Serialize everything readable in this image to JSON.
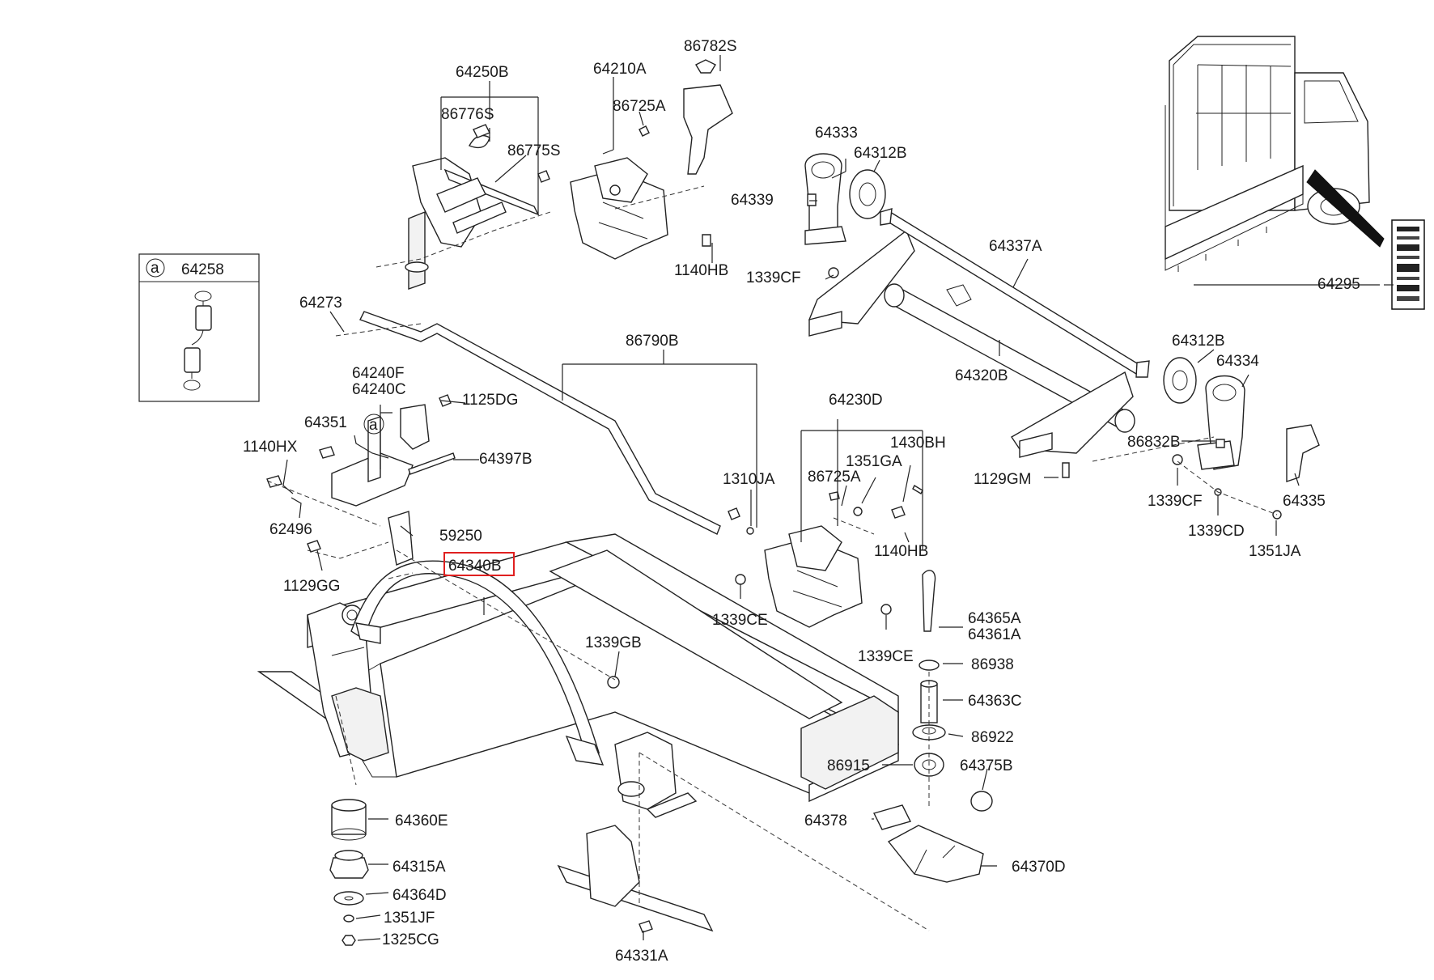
{
  "diagram": {
    "highlighted_part": "64340B",
    "inset": {
      "marker": "a",
      "part": "64258"
    },
    "callouts": {
      "p64250B": "64250B",
      "p64210A": "64210A",
      "p86782S": "86782S",
      "p86776S": "86776S",
      "p86725A_top": "86725A",
      "p86775S": "86775S",
      "p1140HB_top": "1140HB",
      "p64333": "64333",
      "p64312B_top": "64312B",
      "p64339": "64339",
      "p1339CF_top": "1339CF",
      "p64337A": "64337A",
      "p64295": "64295",
      "p64273": "64273",
      "p86790B": "86790B",
      "p64320B": "64320B",
      "p64312B_right": "64312B",
      "p64334": "64334",
      "p64240F": "64240F",
      "p64240C": "64240C",
      "p1125DG": "1125DG",
      "p64351": "64351",
      "p1140HX": "1140HX",
      "p64397B": "64397B",
      "p62496": "62496",
      "p59250": "59250",
      "p1129GG": "1129GG",
      "p64340B": "64340B",
      "p64230D": "64230D",
      "p1430BH": "1430BH",
      "p1351GA": "1351GA",
      "p1310JA": "1310JA",
      "p86725A_mid": "86725A",
      "p1140HB_mid": "1140HB",
      "p86832B": "86832B",
      "p1129GM": "1129GM",
      "p1339CF_right": "1339CF",
      "p64335": "64335",
      "p1339CD": "1339CD",
      "p1351JA": "1351JA",
      "p1339CE_left": "1339CE",
      "p1339CE_right": "1339CE",
      "p64365A": "64365A",
      "p64361A": "64361A",
      "p86938": "86938",
      "p1339GB": "1339GB",
      "p64363C": "64363C",
      "p86922": "86922",
      "p86915": "86915",
      "p64375B": "64375B",
      "p64360E": "64360E",
      "p64378": "64378",
      "p64315A": "64315A",
      "p64370D": "64370D",
      "p64364D": "64364D",
      "p1351JF": "1351JF",
      "p1325CG": "1325CG",
      "p64331A": "64331A"
    }
  }
}
